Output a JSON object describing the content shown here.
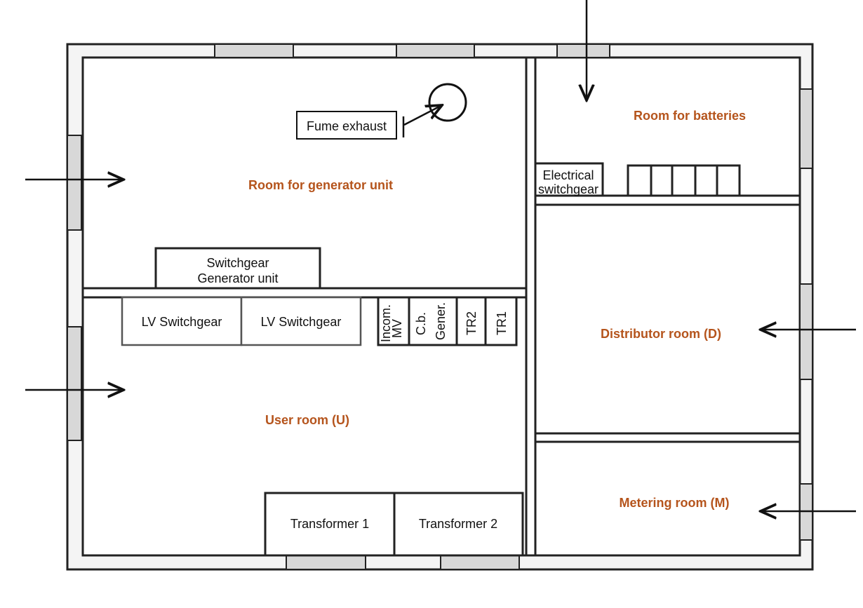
{
  "rooms": {
    "generator": "Room for generator unit",
    "batteries": "Room for batteries",
    "distributor": "Distributor room (D)",
    "user": "User room (U)",
    "metering": "Metering room (M)"
  },
  "equipment": {
    "fume_exhaust": "Fume exhaust",
    "switchgear_gen_line1": "Switchgear",
    "switchgear_gen_line2": "Generator unit",
    "lv_switchgear_1": "LV Switchgear",
    "lv_switchgear_2": "LV Switchgear",
    "incom_line1": "Incom.",
    "incom_line2": "MV",
    "cb_line1": "C.b.",
    "cb_line2": "Gener.",
    "tr2": "TR2",
    "tr1": "TR1",
    "transformer_1": "Transformer 1",
    "transformer_2": "Transformer 2",
    "elec_switchgear_line1": "Electrical",
    "elec_switchgear_line2": "switchgear"
  },
  "colors": {
    "room_label": "#b5541c"
  }
}
